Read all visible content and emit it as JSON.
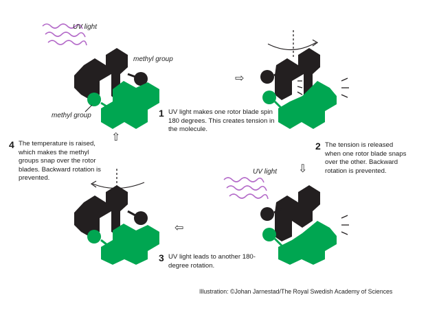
{
  "labels": {
    "uv_light": "UV light",
    "methyl_group": "methyl group"
  },
  "steps": [
    {
      "number": "1",
      "text": "UV light makes one rotor blade spin 180 degrees. This creates tension in the molecule."
    },
    {
      "number": "2",
      "text": "The tension is released when one rotor blade snaps over the other. Backward rotation is prevented."
    },
    {
      "number": "3",
      "text": "UV light leads to another 180-degree rotation."
    },
    {
      "number": "4",
      "text": "The temperature is raised, which makes the methyl groups snap over the rotor blades. Backward rotation is prevented."
    }
  ],
  "credit": "Illustration: ©Johan Jarnestad/The Royal Swedish Academy of Sciences",
  "colors": {
    "dark": "#231f20",
    "green": "#00a651",
    "uv": "#b46bc9"
  }
}
